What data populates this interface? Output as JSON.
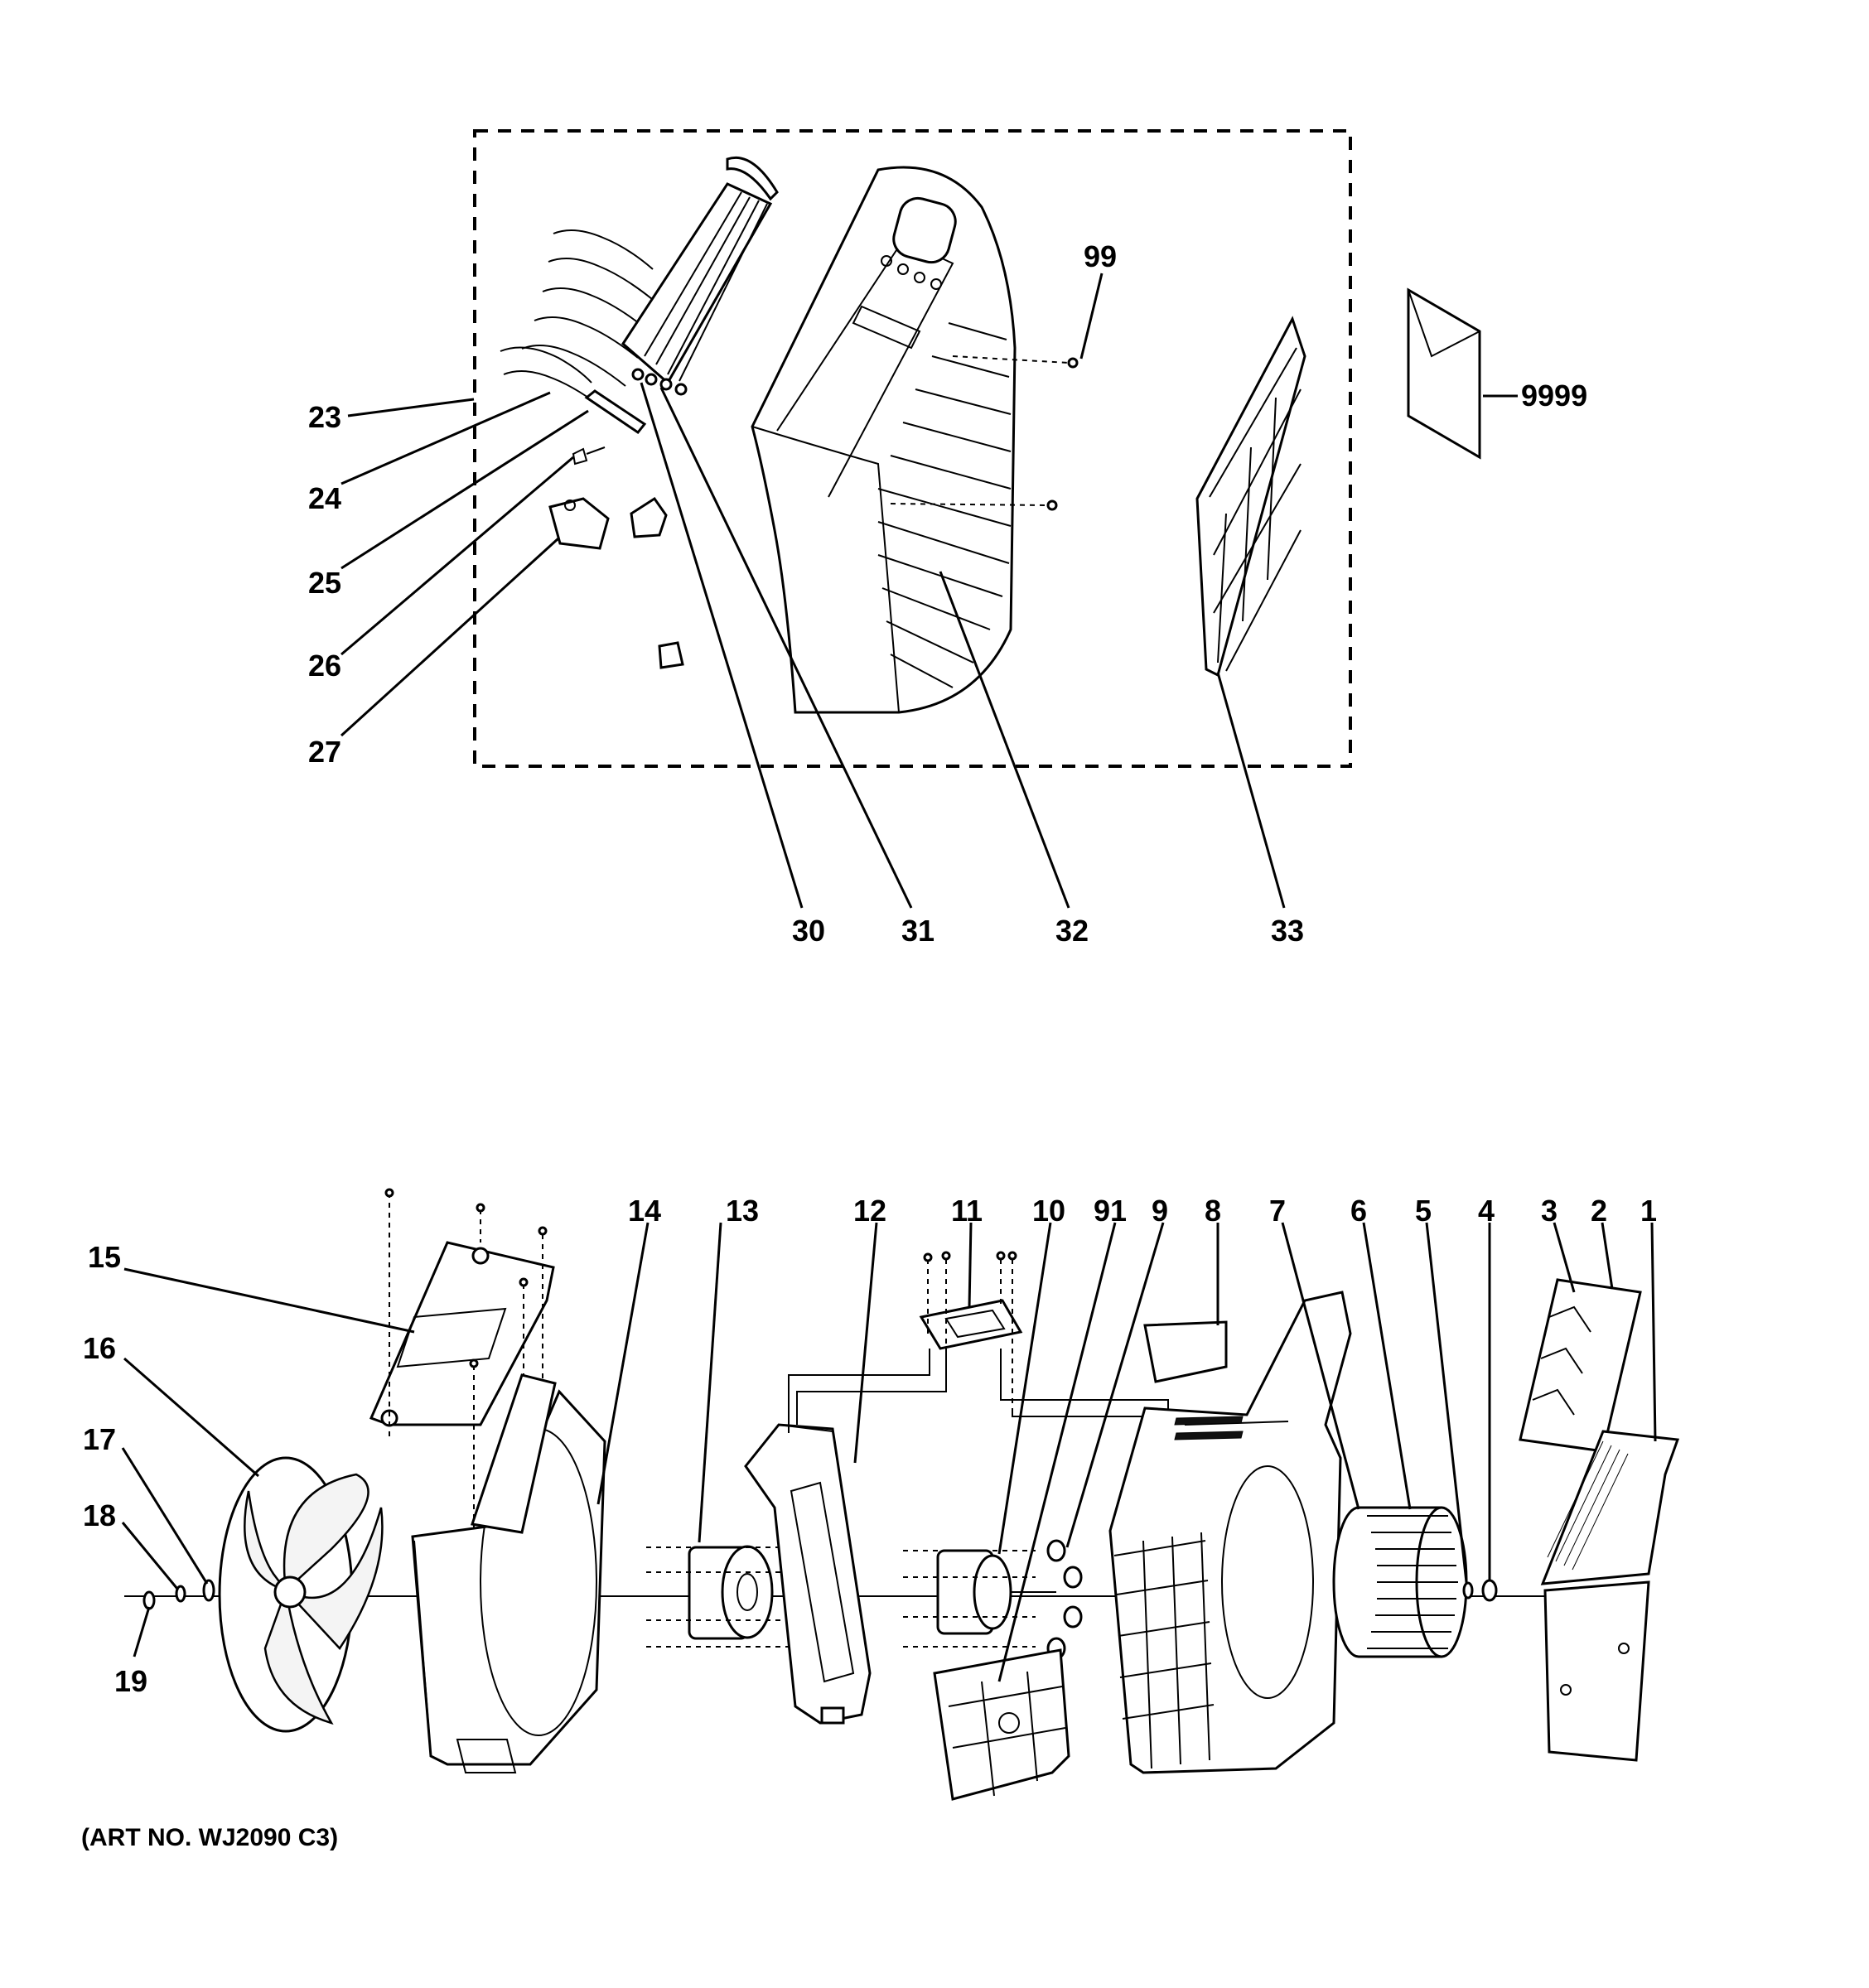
{
  "art_number": "(ART NO. WJ2090 C3)",
  "callouts": {
    "c1": "1",
    "c2": "2",
    "c3": "3",
    "c4": "4",
    "c5": "5",
    "c6": "6",
    "c7": "7",
    "c8": "8",
    "c9": "9",
    "c91": "91",
    "c10": "10",
    "c11": "11",
    "c12": "12",
    "c13": "13",
    "c14": "14",
    "c15": "15",
    "c16": "16",
    "c17": "17",
    "c18": "18",
    "c19": "19",
    "c23": "23",
    "c24": "24",
    "c25": "25",
    "c26": "26",
    "c27": "27",
    "c30": "30",
    "c31": "31",
    "c32": "32",
    "c33": "33",
    "c99": "99",
    "c9999": "9999"
  }
}
